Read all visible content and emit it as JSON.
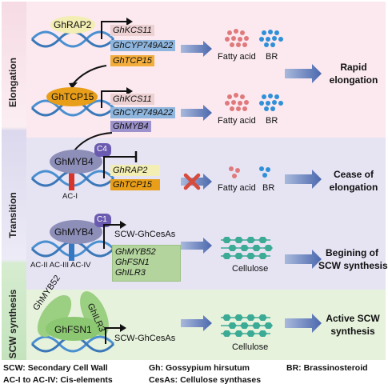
{
  "side_labels": {
    "elongation": "Elongation",
    "transition": "Transition",
    "scw": "SCW synthesis"
  },
  "row1": {
    "protein": "GhRAP2",
    "genes": [
      "GhKCS11",
      "GhCYP749A22",
      "GhTCP15"
    ],
    "products": [
      "Fatty acid",
      "BR"
    ],
    "outcome": [
      "Rapid",
      "elongation"
    ]
  },
  "row2": {
    "protein": "GhTCP15",
    "genes": [
      "GhKCS11",
      "GhCYP749A22",
      "GhMYB4"
    ],
    "products": [
      "Fatty acid",
      "BR"
    ]
  },
  "row3": {
    "protein": "GhMYB4",
    "badge": "C4",
    "element": "AC-I",
    "genes": [
      "GhRAP2",
      "GhTCP15"
    ],
    "products": [
      "Fatty acid",
      "BR"
    ],
    "outcome": [
      "Cease of",
      "elongation"
    ]
  },
  "row4": {
    "protein": "GhMYB4",
    "badge": "C1",
    "elements": "AC-II AC-III AC-IV",
    "target": "SCW-GhCesAs",
    "genes": [
      "GhMYB52",
      "GhFSN1",
      "GhILR3"
    ],
    "product": "Cellulose",
    "outcome": [
      "Begining of",
      "SCW synthesis"
    ]
  },
  "row5": {
    "proteins": [
      "GhMYB52",
      "GhILR3",
      "GhFSN1"
    ],
    "target": "SCW-GhCesAs",
    "product": "Cellulose",
    "outcome": [
      "Active  SCW",
      "synthesis"
    ]
  },
  "legend": {
    "scw": "SCW: Secondary Cell Wall",
    "ac": "AC-I to AC-IV: Cis-elements",
    "gh": "Gh: Gossypium hirsutum",
    "cesa": "CesAs: Cellulose synthases",
    "br": "BR: Brassinosteroid"
  },
  "colors": {
    "pink_bg": "#fbe9ef",
    "lavender_bg": "#e6e3f3",
    "green_bg": "#e6f2dc",
    "arrow_blue": "#5b76b3",
    "fatty_dot": "#e0797c",
    "br_dot": "#2f8fd8",
    "cellulose": "#3bab96",
    "gene_pink": "#ecd0d2",
    "gene_blue": "#8fb6de",
    "gene_orange": "#f2ad3c",
    "gene_purple": "#9c92cc",
    "gene_green": "#b3d49d",
    "rap2_fill": "#f3eeb3",
    "tcp15_fill": "#e89e18",
    "myb4_fill": "#8d8fb9",
    "badge_fill": "#6b5bb0",
    "green_protein": "#9bcf82",
    "red_x": "#d74a3c"
  }
}
